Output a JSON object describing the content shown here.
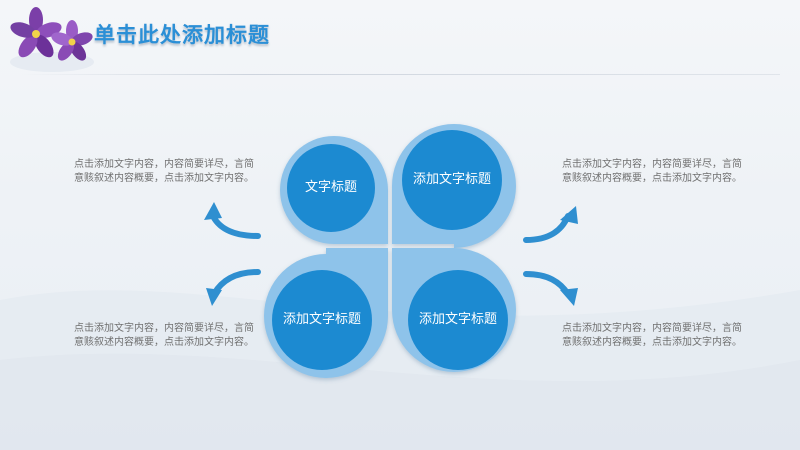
{
  "slide": {
    "title": "单击此处添加标题",
    "colors": {
      "accent": "#2b8fd6",
      "petal_outer": "#8ec3ea",
      "petal_inner": "#1f8ad1",
      "arrow": "#2f8fd0",
      "text": "#707070"
    }
  },
  "petals": [
    {
      "label": "文字标题"
    },
    {
      "label": "添加文字标题"
    },
    {
      "label": "添加文字标题"
    },
    {
      "label": "添加文字标题"
    }
  ],
  "notes": [
    {
      "text": "点击添加文字内容，内容简要详尽，言简意赅叙述内容概要，点击添加文字内容。"
    },
    {
      "text": "点击添加文字内容，内容简要详尽，言简意赅叙述内容概要，点击添加文字内容。"
    },
    {
      "text": "点击添加文字内容，内容简要详尽，言简意赅叙述内容概要，点击添加文字内容。"
    },
    {
      "text": "点击添加文字内容，内容简要详尽，言简意赅叙述内容概要，点击添加文字内容。"
    }
  ],
  "icons": [
    "flower-logo-icon",
    "curved-arrow-icon"
  ]
}
